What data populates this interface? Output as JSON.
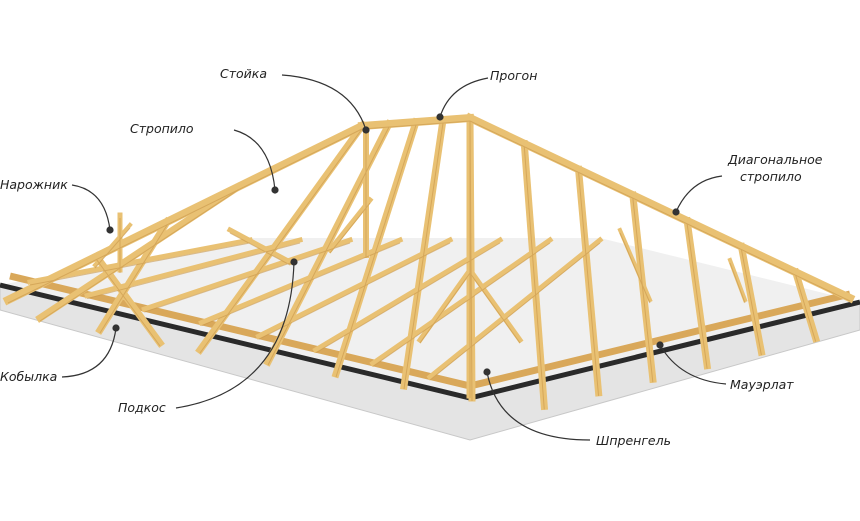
{
  "labels": {
    "stoika": "Стойка",
    "progon": "Прогон",
    "stropilo": "Стропило",
    "narozhnik": "Нарожник",
    "diagonal_line1": "Диагональное",
    "diagonal_line2": "стропило",
    "kobylka": "Кобылка",
    "podkos": "Подкос",
    "mauerlat": "Мауэрлат",
    "shprengel": "Шпренгель"
  },
  "colors": {
    "wood": "#e9c173",
    "wood_dark": "#c9974a",
    "slab": "#e6e6e6",
    "mauerlat": "#2a2a2a"
  }
}
